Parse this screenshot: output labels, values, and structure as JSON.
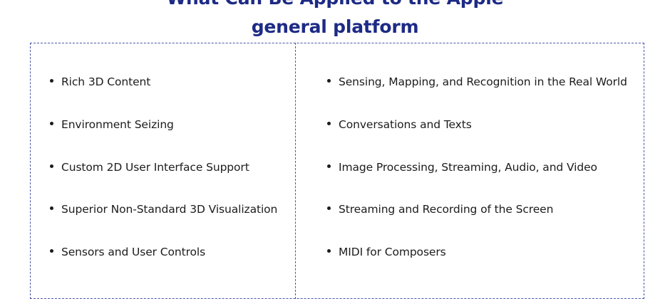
{
  "title": {
    "line1": "What Can Be Applied to the Apple",
    "line2": "general platform"
  },
  "columns": {
    "left": [
      "Rich 3D Content",
      "Environment Seizing",
      "Custom 2D User Interface Support",
      "Superior Non-Standard 3D Visualization",
      "Sensors and User Controls"
    ],
    "right": [
      "Sensing, Mapping, and Recognition in the Real World",
      "Conversations and Texts",
      "Image Processing, Streaming, Audio, and Video",
      "Streaming and Recording of the Screen",
      "MIDI for Composers"
    ]
  },
  "colors": {
    "title": "#1d2a85",
    "border": "#4a56a8",
    "text": "#1c1c1c"
  }
}
